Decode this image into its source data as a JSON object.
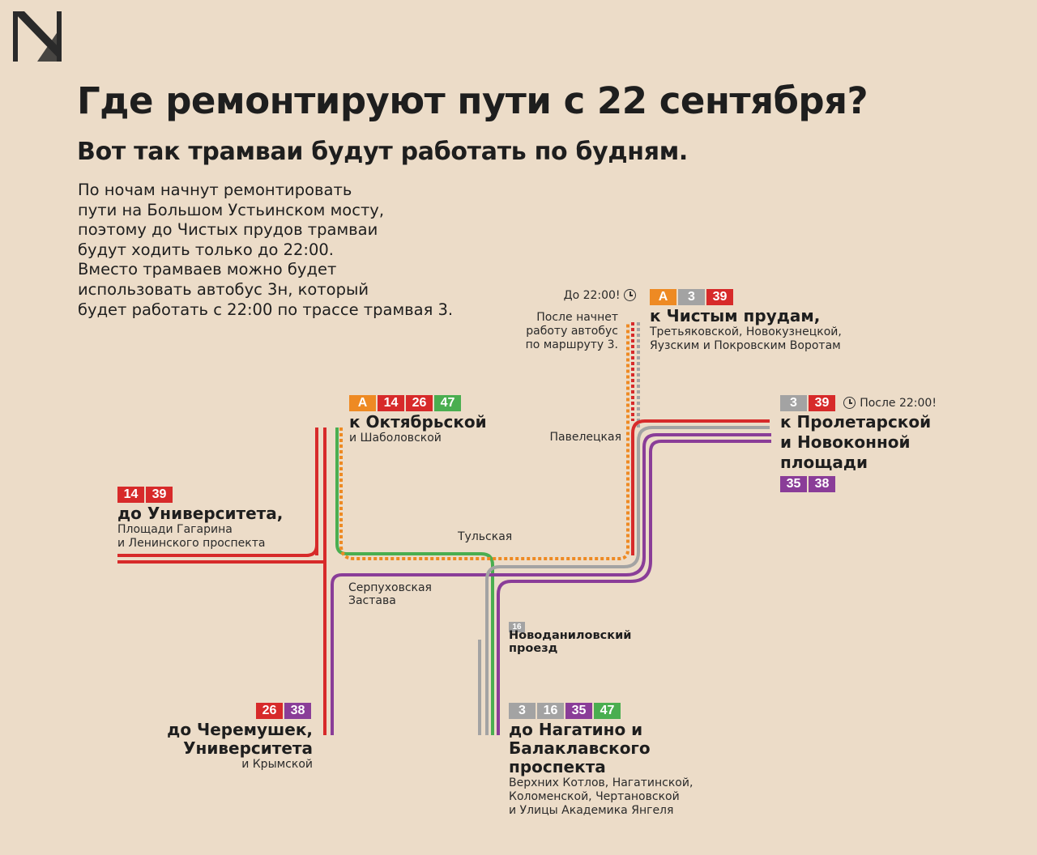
{
  "colors": {
    "background": "#ecdcc8",
    "red": "#d72a2a",
    "orange": "#ee8a23",
    "grey": "#a3a3a3",
    "green": "#4aae50",
    "purple": "#8a3d98"
  },
  "header": {
    "title": "Где ремонтируют пути с 22 сентября?",
    "subtitle": "Вот так трамваи будут работать по будням."
  },
  "intro": [
    "По ночам начнут ремонтировать",
    "пути на Большом Устьинском мосту,",
    "поэтому до Чистых прудов трамваи",
    "будут ходить только до 22:00.",
    "Вместо трамваев можно будет",
    "использовать автобус 3н, который",
    "будет работать с 22:00 по трассе трамвая 3."
  ],
  "destinations": {
    "chistye": {
      "clock_text": "До 22:00!",
      "note": [
        "После начнет",
        "работу автобус",
        "по маршруту 3."
      ],
      "routes": [
        {
          "label": "А",
          "color": "orange"
        },
        {
          "label": "3",
          "color": "grey"
        },
        {
          "label": "39",
          "color": "red"
        }
      ],
      "title": "к Чистым прудам,",
      "sub": [
        "Третьяковской, Новокузнецкой,",
        "Яузским и Покровским Воротам"
      ]
    },
    "oktyabrskaya": {
      "routes": [
        {
          "label": "А",
          "color": "orange"
        },
        {
          "label": "14",
          "color": "red"
        },
        {
          "label": "26",
          "color": "red"
        },
        {
          "label": "47",
          "color": "green"
        }
      ],
      "title": "к Октябрьской",
      "sub": [
        "и Шаболовской"
      ]
    },
    "proletarskaya": {
      "routes": [
        {
          "label": "3",
          "color": "grey"
        },
        {
          "label": "39",
          "color": "red"
        }
      ],
      "clock_text": "После 22:00!",
      "title": [
        "к Пролетарской",
        "и Новоконной",
        "площади"
      ],
      "routes2": [
        {
          "label": "35",
          "color": "purple"
        },
        {
          "label": "38",
          "color": "purple"
        }
      ]
    },
    "universitet": {
      "routes": [
        {
          "label": "14",
          "color": "red"
        },
        {
          "label": "39",
          "color": "red"
        }
      ],
      "title": "до Университета,",
      "sub": [
        "Площади Гагарина",
        "и Ленинского проспекта"
      ]
    },
    "cheryomushki": {
      "routes": [
        {
          "label": "26",
          "color": "red"
        },
        {
          "label": "38",
          "color": "purple"
        }
      ],
      "title": [
        "до Черемушек,",
        "Университета"
      ],
      "sub": [
        "и Крымской"
      ]
    },
    "nagatino": {
      "routes": [
        {
          "label": "3",
          "color": "grey"
        },
        {
          "label": "16",
          "color": "grey"
        },
        {
          "label": "35",
          "color": "purple"
        },
        {
          "label": "47",
          "color": "green"
        }
      ],
      "title": [
        "до Нагатино и",
        "Балаклавского",
        "проспекта"
      ],
      "sub": [
        "Верхних Котлов, Нагатинской,",
        "Коломенской, Чертановской",
        "и Улицы Академика Янгеля"
      ]
    },
    "novodanilovsky": {
      "routes": [
        {
          "label": "16",
          "color": "grey"
        }
      ],
      "title": [
        "Новоданиловский",
        "проезд"
      ]
    }
  },
  "stations": {
    "paveletskaya": "Павелецкая",
    "tulskaya": "Тульская",
    "serpukhovskaya": [
      "Серпуховская",
      "Застава"
    ]
  }
}
